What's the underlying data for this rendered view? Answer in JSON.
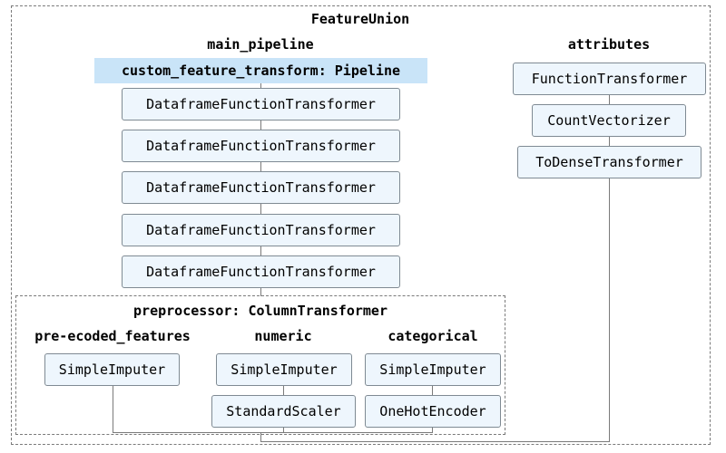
{
  "feature_union": {
    "label": "FeatureUnion"
  },
  "main_pipeline": {
    "label": "main_pipeline",
    "custom_feature_transform_label": "custom_feature_transform: Pipeline",
    "steps": [
      "DataframeFunctionTransformer",
      "DataframeFunctionTransformer",
      "DataframeFunctionTransformer",
      "DataframeFunctionTransformer",
      "DataframeFunctionTransformer"
    ]
  },
  "preprocessor": {
    "label": "preprocessor: ColumnTransformer",
    "branches": [
      {
        "label": "pre-ecoded_features",
        "steps": [
          "SimpleImputer"
        ]
      },
      {
        "label": "numeric",
        "steps": [
          "SimpleImputer",
          "StandardScaler"
        ]
      },
      {
        "label": "categorical",
        "steps": [
          "SimpleImputer",
          "OneHotEncoder"
        ]
      }
    ]
  },
  "attributes": {
    "label": "attributes",
    "steps": [
      "FunctionTransformer",
      "CountVectorizer",
      "ToDenseTransformer"
    ]
  }
}
